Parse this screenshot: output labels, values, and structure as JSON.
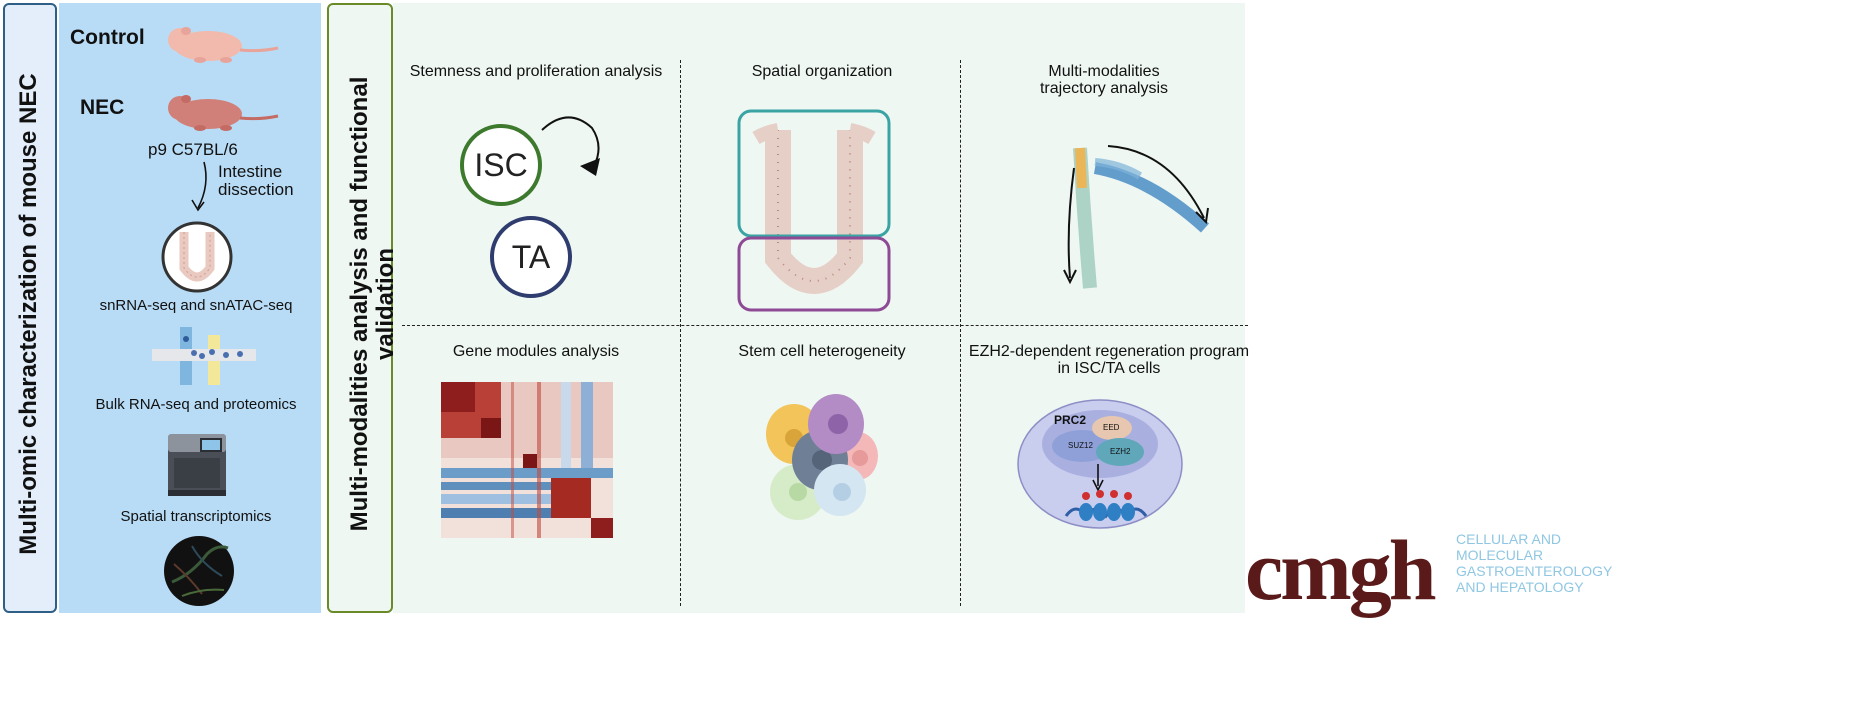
{
  "left_title": "Multi-omic characterization of mouse NEC",
  "middle_title_line1": "Multi-modalities analysis and functional",
  "middle_title_line2": "validation",
  "workflow": {
    "control": "Control",
    "nec": "NEC",
    "strain": "p9 C57BL/6",
    "dissection_line1": "Intestine",
    "dissection_line2": "dissection",
    "sn_seq": "snRNA-seq and snATAC-seq",
    "bulk": "Bulk RNA-seq and proteomics",
    "spatial": "Spatial transcriptomics"
  },
  "panels": {
    "stemness": "Stemness and proliferation analysis",
    "isc": "ISC",
    "ta": "TA",
    "spatial_org": "Spatial organization",
    "trajectory_line1": "Multi-modalities",
    "trajectory_line2": "trajectory analysis",
    "gene_modules": "Gene modules analysis",
    "heterogeneity": "Stem cell heterogeneity",
    "ezh2_line1": "EZH2-dependent regeneration program",
    "ezh2_line2": "in ISC/TA cells",
    "prc2": "PRC2",
    "eed": "EED",
    "suz12": "SUZ12",
    "ezh2": "EZH2"
  },
  "brand": {
    "logo": "cmgh",
    "line1": "CELLULAR AND",
    "line2": "MOLECULAR",
    "line3": "GASTROENTEROLOGY",
    "line4": "AND HEPATOLOGY"
  },
  "colors": {
    "left_bg": "#b9dcf6",
    "right_bg": "#eef7f2",
    "left_title_bg": "#e3eefa",
    "border_blue": "#2e5f86",
    "border_green": "#6a8a2a",
    "brand_dark": "#5b1a1a",
    "brand_light": "#8fc7e3"
  }
}
